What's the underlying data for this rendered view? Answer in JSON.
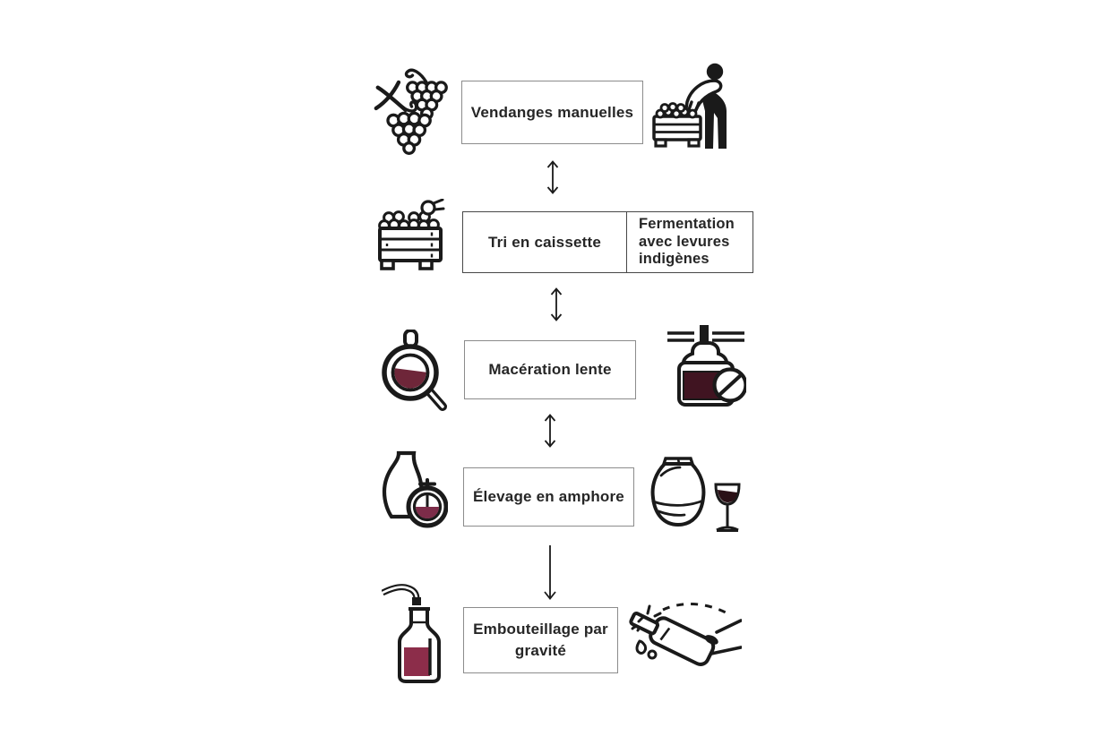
{
  "diagram": {
    "kind": "winemaking-process-flowchart",
    "language": "fr",
    "steps": [
      {
        "id": "vendanges",
        "label": "Vendanges manuelles",
        "icons_left": [
          "grapes-icon"
        ],
        "icons_right": [
          "harvest-person-icon"
        ]
      },
      {
        "id": "tri",
        "label": "Tri en caissette",
        "note": "Fermentation avec levures indigènes",
        "icons_left": [
          "grape-crate-icon"
        ],
        "icons_right": []
      },
      {
        "id": "maceration",
        "label": "Macération lente",
        "icons_left": [
          "magnifier-wine-icon"
        ],
        "icons_right": [
          "press-no-pump-icon"
        ]
      },
      {
        "id": "elevage",
        "label": "Élevage en amphore",
        "icons_left": [
          "carafe-timer-icon"
        ],
        "icons_right": [
          "amphora-icon",
          "wine-glass-icon"
        ]
      },
      {
        "id": "embouteillage",
        "label": "Embouteillage par gravité",
        "icons_left": [
          "gravity-filling-bottle-icon"
        ],
        "icons_right": [
          "bottle-pop-icon"
        ]
      }
    ],
    "connectors": [
      {
        "from": "vendanges",
        "to": "tri",
        "type": "double-headed-vertical-arrow"
      },
      {
        "from": "tri",
        "to": "maceration",
        "type": "double-headed-vertical-arrow"
      },
      {
        "from": "maceration",
        "to": "elevage",
        "type": "double-headed-vertical-arrow"
      },
      {
        "from": "elevage",
        "to": "embouteillage",
        "type": "single-down-arrow"
      }
    ],
    "colors": {
      "background": "#ffffff",
      "outline": "#1a1a1a",
      "box_border": "#8c8c8c",
      "split_box_border": "#474747",
      "text": "#262626",
      "wine_burgundy": "#6e2639",
      "wine_deep": "#401421",
      "wine_rose": "#7c2c49",
      "wine_bottle_fill": "#8c2d4a",
      "wine_glass_fill": "#2a1016"
    }
  }
}
